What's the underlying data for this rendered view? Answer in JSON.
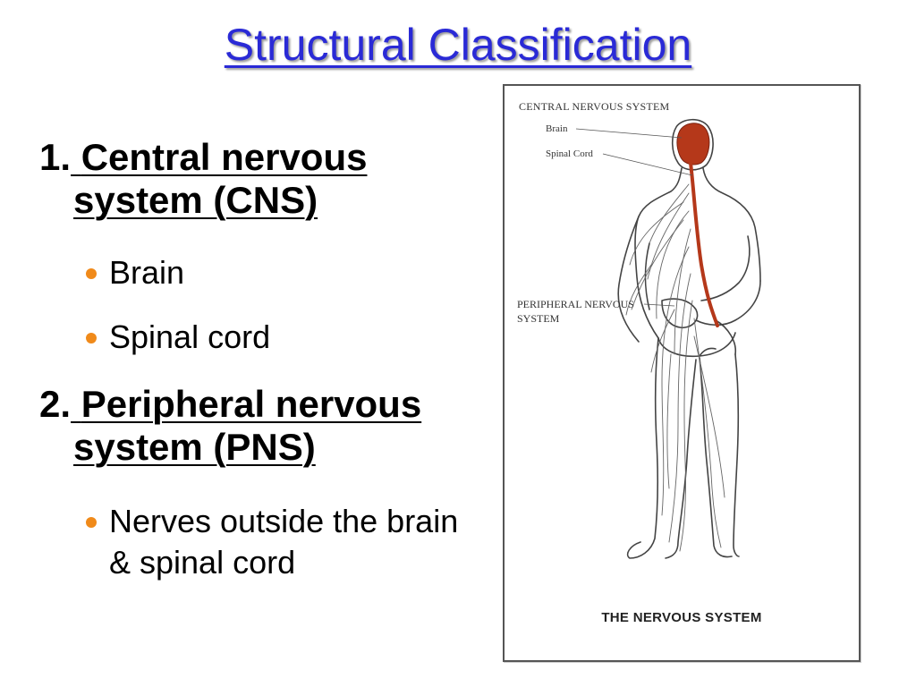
{
  "title": "Structural Classification",
  "sections": [
    {
      "number": "1.",
      "heading_line1": "Central nervous",
      "heading_line2": "system (CNS)",
      "bullets": [
        "Brain",
        "Spinal cord"
      ]
    },
    {
      "number": "2.",
      "heading_line1": "Peripheral nervous",
      "heading_line2": "system (PNS)",
      "bullets": [
        "Nerves outside the brain & spinal cord"
      ]
    }
  ],
  "figure": {
    "labels": {
      "central": "CENTRAL NERVOUS SYSTEM",
      "brain": "Brain",
      "spinal_cord": "Spinal Cord",
      "peripheral": "PERIPHERAL NERVOUS SYSTEM"
    },
    "caption": "THE NERVOUS SYSTEM"
  },
  "colors": {
    "title": "#2a2ad6",
    "bullet": "#f08a1a",
    "cns_highlight": "#b5381a"
  }
}
